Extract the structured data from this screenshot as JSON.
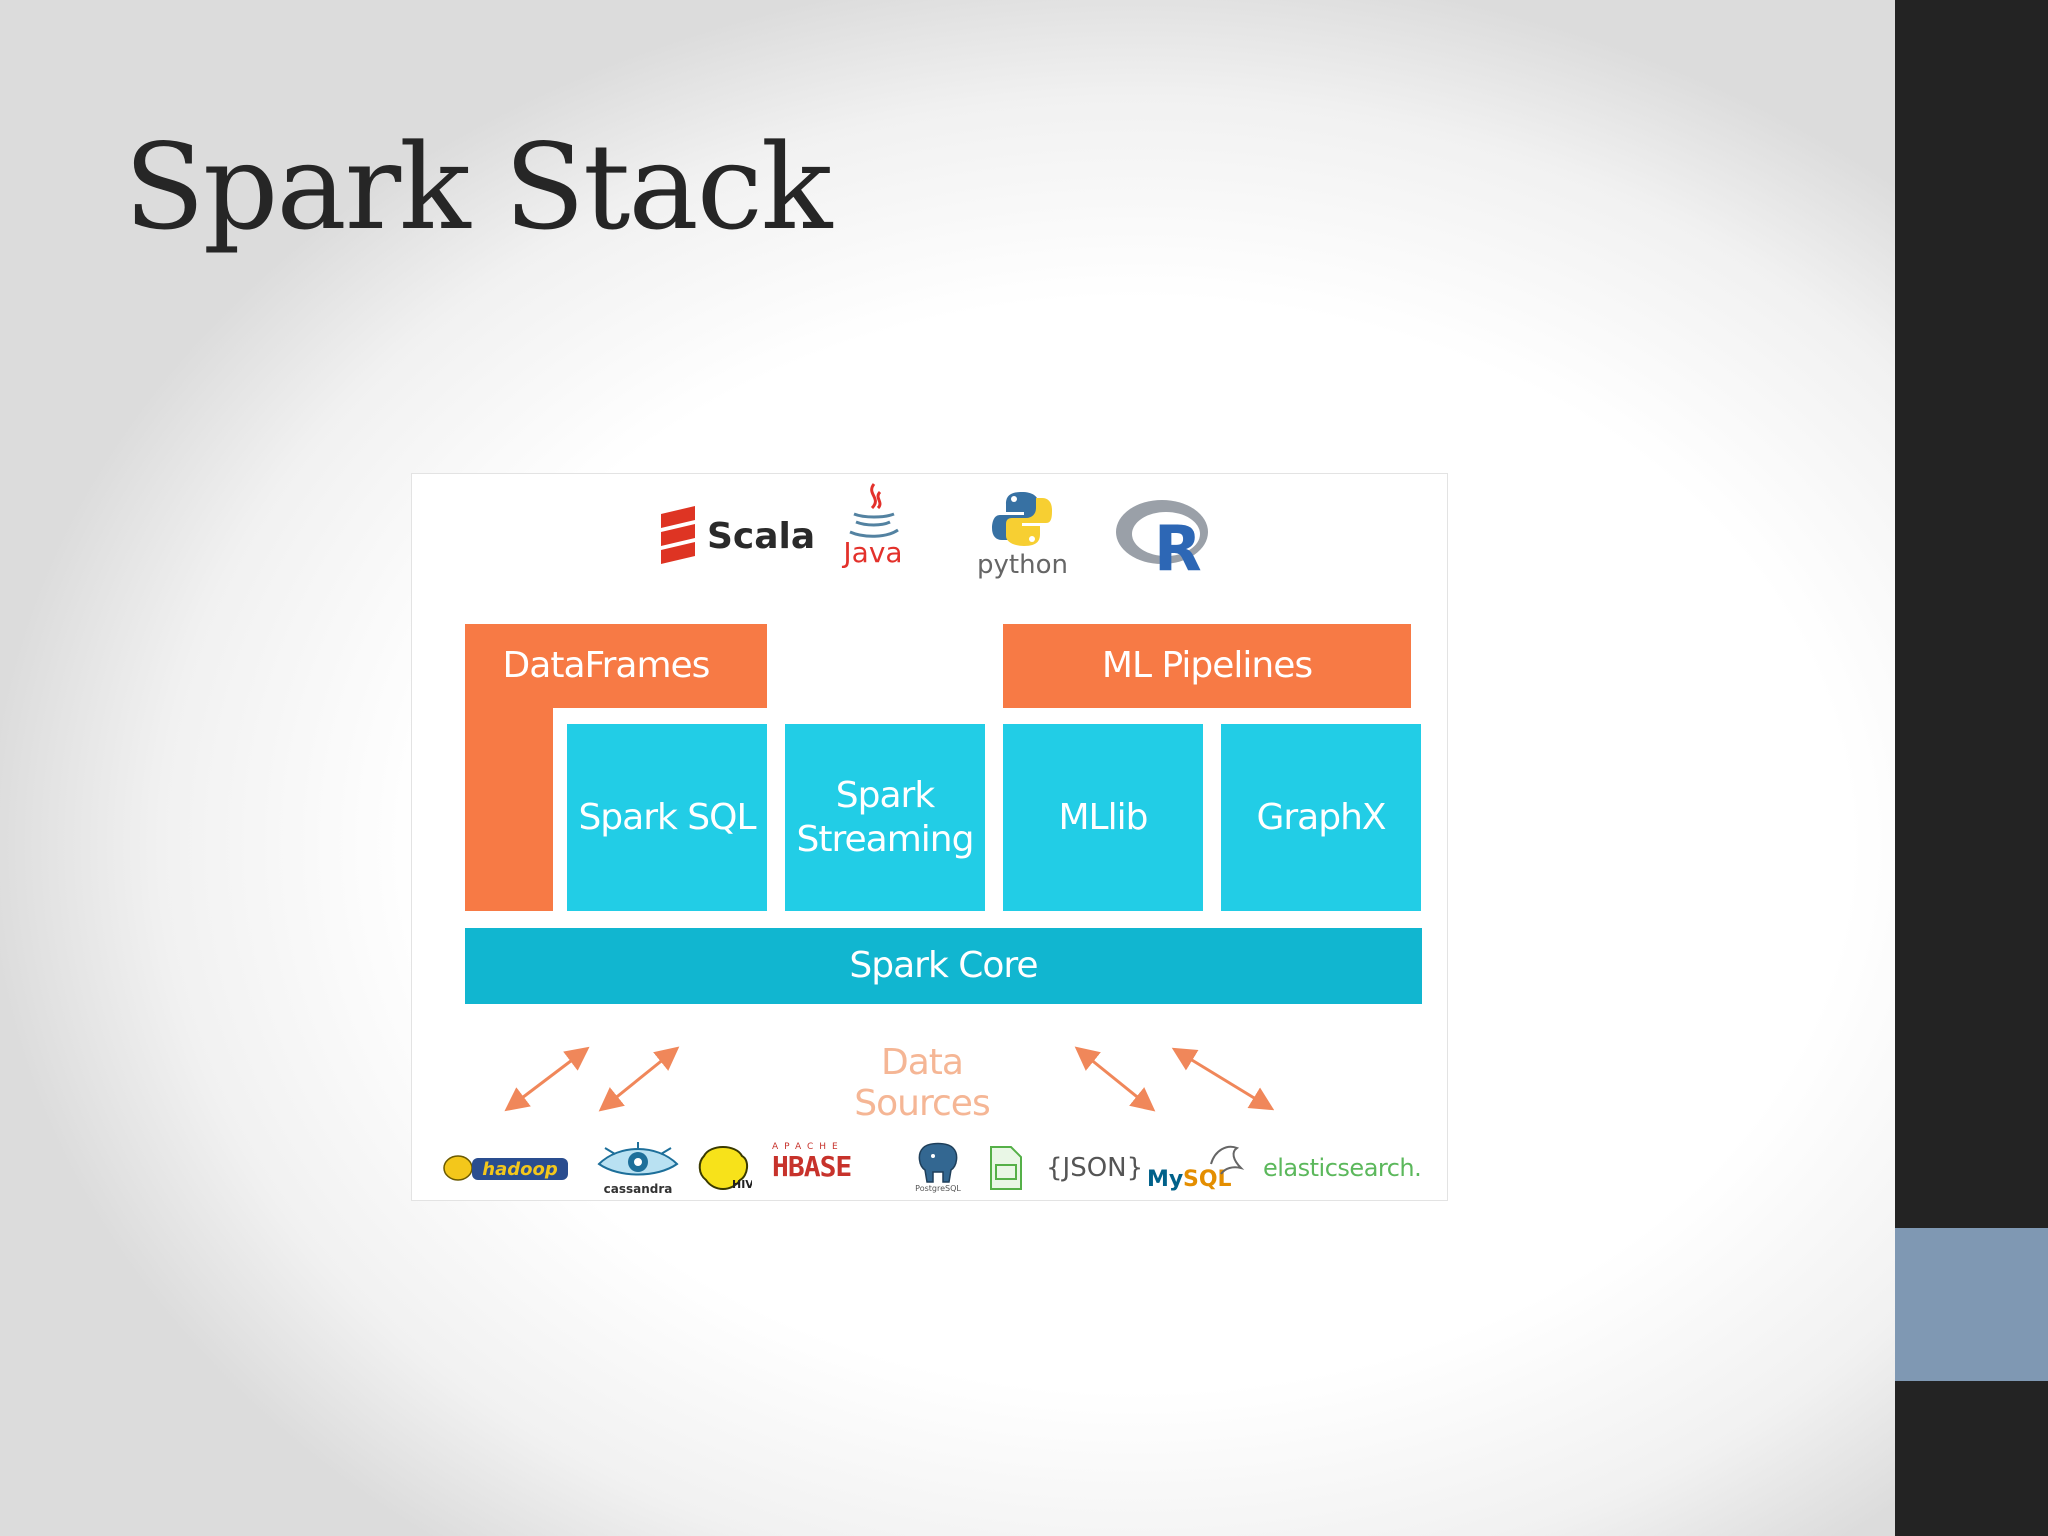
{
  "slide": {
    "title": "Spark Stack",
    "colors": {
      "background": "#ffffff",
      "sidebar": "#232323",
      "sidebar_accent": "#7f98b3",
      "title": "#262626"
    }
  },
  "diagram": {
    "languages": [
      {
        "name": "Scala",
        "icon": "scala-icon"
      },
      {
        "name": "Java",
        "icon": "java-icon"
      },
      {
        "name": "python",
        "icon": "python-icon"
      },
      {
        "name": "R",
        "icon": "r-icon"
      }
    ],
    "api_layer": {
      "dataframes": "DataFrames",
      "ml_pipelines": "ML Pipelines"
    },
    "libraries": {
      "spark_sql": "Spark SQL",
      "streaming_line1": "Spark",
      "streaming_line2": "Streaming",
      "mllib": "MLlib",
      "graphx": "GraphX"
    },
    "core": "Spark Core",
    "data_sources_label": "Data Sources",
    "sources": [
      {
        "name": "hadoop",
        "icon": "hadoop-elephant-icon"
      },
      {
        "name": "cassandra",
        "icon": "cassandra-eye-icon"
      },
      {
        "name": "hive",
        "icon": "hive-bee-icon"
      },
      {
        "name": "HBASE",
        "icon": "hbase-icon"
      },
      {
        "name": "PostgreSQL",
        "icon": "postgresql-elephant-icon"
      },
      {
        "name": "{JSON}",
        "icon": "csv-file-icon"
      },
      {
        "name": "MySQL",
        "icon": "mysql-dolphin-icon"
      },
      {
        "name": "elasticsearch.",
        "icon": "elasticsearch-icon"
      }
    ],
    "colors": {
      "orange": "#f77a45",
      "cyan": "#22cde6",
      "core": "#11b6d0",
      "arrow": "#f0875a",
      "data_sources_text": "#f5b695"
    }
  }
}
